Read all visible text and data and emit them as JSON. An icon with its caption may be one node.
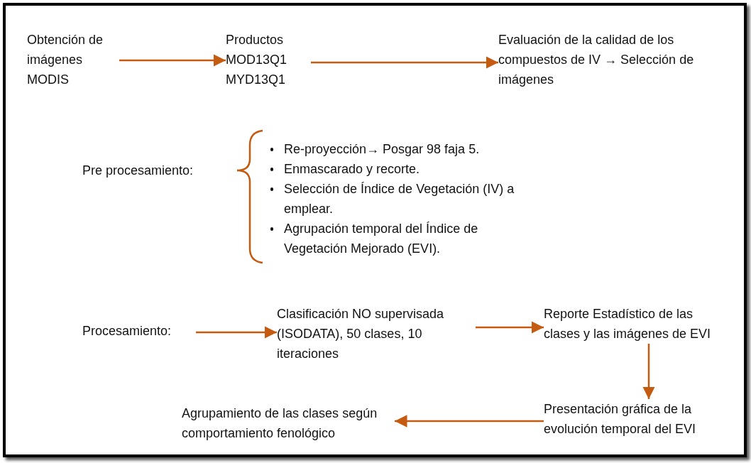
{
  "diagram": {
    "nodes": [
      {
        "text": [
          "Obtención de imágenes MODIS"
        ]
      },
      {
        "text": [
          "Productos MOD13Q1 MYD13Q1"
        ]
      },
      {
        "text": [
          "Evaluación de la calidad de los compuestos de IV → Selección de imágenes"
        ]
      },
      {
        "text": [
          "Pre procesamiento:"
        ]
      },
      {
        "text": [
          "Procesamiento:"
        ]
      },
      {
        "text": [
          "Clasificación NO supervisada (ISODATA), 50 clases, 10 iteraciones"
        ]
      },
      {
        "text": [
          "Reporte Estadístico de las clases y las imágenes de EVI"
        ]
      },
      {
        "text": [
          "Presentación gráfica de la evolución temporal del EVI"
        ]
      },
      {
        "text": [
          "Agrupamiento de las clases según comportamiento fenológico"
        ]
      }
    ],
    "edges": [
      {
        "from": 0,
        "to": 1,
        "arrow": "to"
      },
      {
        "from": 1,
        "to": 2,
        "arrow": "to"
      },
      {
        "from": 4,
        "to": 5,
        "arrow": "to"
      },
      {
        "from": 5,
        "to": 6,
        "arrow": "to"
      },
      {
        "from": 6,
        "to": 7,
        "arrow": "to"
      },
      {
        "from": 7,
        "to": 8,
        "arrow": "to"
      }
    ],
    "labels": [
      "Re-proyección→ Posgar 98 faja 5.",
      "Enmascarado y recorte.",
      "Selección de Índice de Vegetación (IV) a emplear.",
      "Agrupación temporal del Índice de Vegetación Mejorado (EVI)."
    ]
  }
}
